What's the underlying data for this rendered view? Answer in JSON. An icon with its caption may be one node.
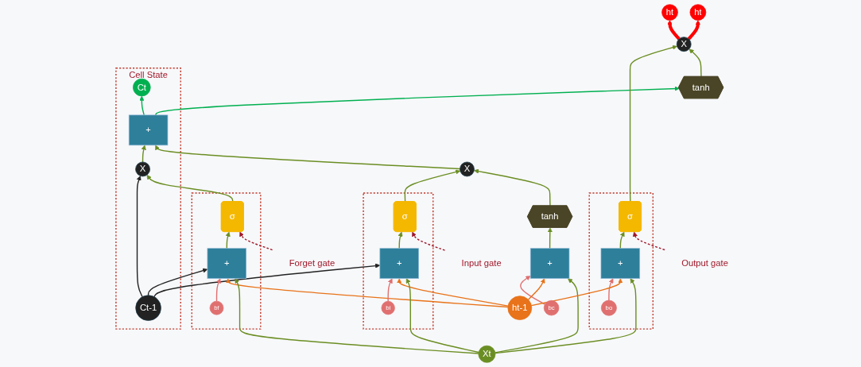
{
  "diagram": {
    "nodes": [
      {
        "text": [
          "Cell State"
        ]
      },
      {
        "text": [
          "Ct-1"
        ],
        "in": 0
      },
      {
        "text": [
          "X"
        ],
        "in": 0
      },
      {
        "text": [
          "+"
        ],
        "in": 0
      },
      {
        "text": [
          "Ct"
        ],
        "in": 0
      },
      {
        "text": [],
        "shape": "box"
      },
      {
        "text": [
          "σ"
        ],
        "in": 5
      },
      {
        "text": [
          "+"
        ],
        "in": 5
      },
      {
        "text": [
          "bf"
        ],
        "in": 5
      },
      {
        "text": [],
        "shape": "box"
      },
      {
        "text": [
          "σ"
        ],
        "in": 9
      },
      {
        "text": [
          "+"
        ],
        "in": 9
      },
      {
        "text": [
          "bi"
        ],
        "in": 9
      },
      {
        "text": [
          "X"
        ]
      },
      {
        "text": [
          "tanh"
        ]
      },
      {
        "text": [
          "+"
        ]
      },
      {
        "text": [
          "bc"
        ]
      },
      {
        "text": [],
        "shape": "box"
      },
      {
        "text": [
          "σ"
        ],
        "in": 17
      },
      {
        "text": [
          "+"
        ],
        "in": 17
      },
      {
        "text": [
          "bo"
        ],
        "in": 17
      },
      {
        "text": [
          "tanh"
        ]
      },
      {
        "text": [
          "X"
        ]
      },
      {
        "text": [
          "ht-1"
        ]
      },
      {
        "text": [
          "Xt"
        ]
      },
      {
        "text": [
          "ht"
        ]
      },
      {
        "text": [
          "ht"
        ]
      },
      {
        "text": [
          "Forget gate"
        ]
      },
      {
        "text": [
          "Input gate"
        ]
      },
      {
        "text": [
          "Output gate"
        ]
      }
    ],
    "edges": [
      {
        "from": 1,
        "to": 2,
        "arrow": "to",
        "color": "#222222"
      },
      {
        "from": 1,
        "to": 7,
        "arrow": "to",
        "color": "#222222"
      },
      {
        "from": 1,
        "to": 11,
        "arrow": "to",
        "color": "#222222"
      },
      {
        "from": 2,
        "to": 3,
        "arrow": "to"
      },
      {
        "from": 3,
        "to": 4,
        "arrow": "to",
        "color": "#00b050"
      },
      {
        "from": 3,
        "to": 21,
        "arrow": "to",
        "color": "#00b050"
      },
      {
        "from": 6,
        "to": 2,
        "arrow": "to"
      },
      {
        "from": 7,
        "to": 6,
        "arrow": "to"
      },
      {
        "from": 8,
        "to": 7,
        "arrow": "to",
        "color": "#e07070"
      },
      {
        "from": 23,
        "to": 7,
        "arrow": "to",
        "color": "#e8731a"
      },
      {
        "from": 24,
        "to": 7,
        "arrow": "to"
      },
      {
        "from": 10,
        "to": 13,
        "arrow": "to"
      },
      {
        "from": 11,
        "to": 10,
        "arrow": "to"
      },
      {
        "from": 12,
        "to": 11,
        "arrow": "to",
        "color": "#e07070"
      },
      {
        "from": 23,
        "to": 11,
        "arrow": "to",
        "color": "#e8731a"
      },
      {
        "from": 24,
        "to": 11,
        "arrow": "to"
      },
      {
        "from": 13,
        "to": 3,
        "arrow": "to"
      },
      {
        "from": 14,
        "to": 13,
        "arrow": "to"
      },
      {
        "from": 15,
        "to": 14,
        "arrow": "to"
      },
      {
        "from": 16,
        "to": 15,
        "arrow": "to",
        "color": "#e07070"
      },
      {
        "from": 23,
        "to": 15,
        "arrow": "to",
        "color": "#e8731a"
      },
      {
        "from": 24,
        "to": 15,
        "arrow": "to"
      },
      {
        "from": 18,
        "to": 22,
        "arrow": "to"
      },
      {
        "from": 19,
        "to": 18,
        "arrow": "to"
      },
      {
        "from": 20,
        "to": 19,
        "arrow": "to",
        "color": "#e07070"
      },
      {
        "from": 23,
        "to": 19,
        "arrow": "to",
        "color": "#e8731a"
      },
      {
        "from": 24,
        "to": 19,
        "arrow": "to"
      },
      {
        "from": 21,
        "to": 22,
        "arrow": "to"
      },
      {
        "from": 22,
        "to": 26,
        "arrow": "to",
        "color": "#ff0000",
        "style": "thick"
      },
      {
        "from": 22,
        "to": 25,
        "arrow": "to",
        "color": "#ff0000",
        "style": "thick"
      },
      {
        "from": 27,
        "to": 6,
        "arrow": "to",
        "style": "dashed",
        "color": "#a0182a"
      },
      {
        "from": 28,
        "to": 10,
        "arrow": "to",
        "style": "dashed",
        "color": "#a0182a"
      },
      {
        "from": 29,
        "to": 18,
        "arrow": "to",
        "style": "dashed",
        "color": "#a0182a"
      }
    ]
  }
}
